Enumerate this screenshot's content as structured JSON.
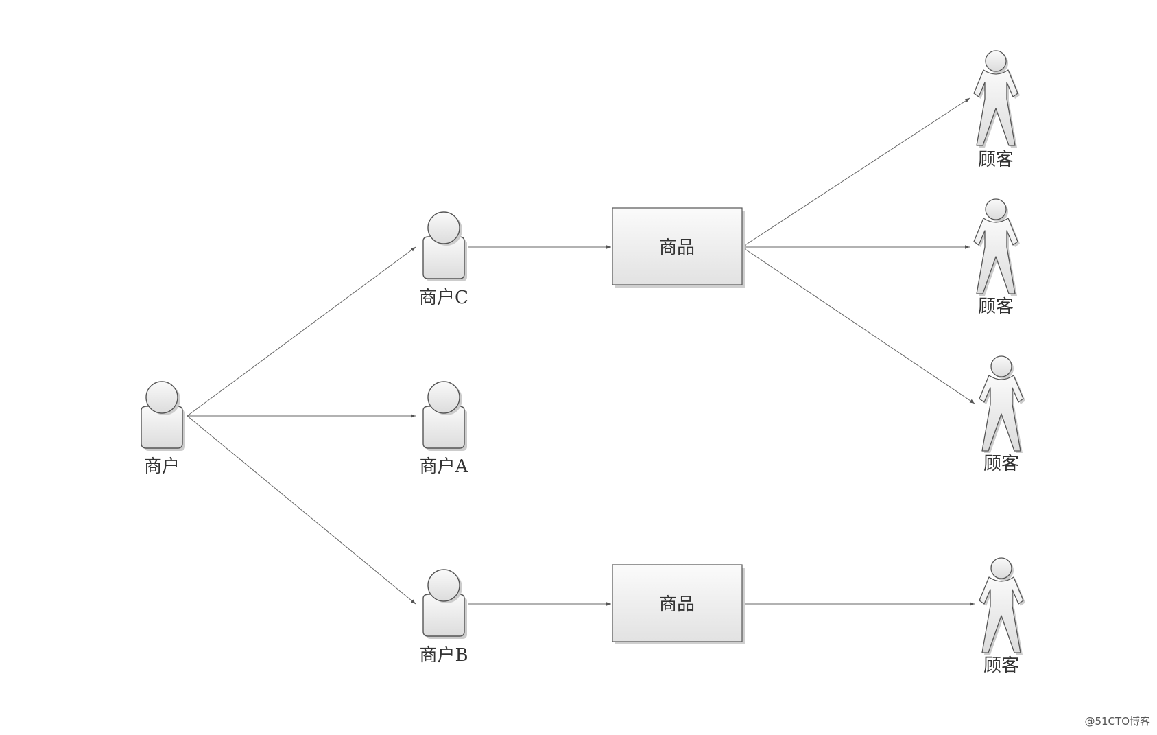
{
  "nodes": {
    "merchant_root": {
      "label": "商户",
      "icon": "user-bust-icon"
    },
    "merchant_c": {
      "label": "商户C",
      "icon": "user-bust-icon"
    },
    "merchant_a": {
      "label": "商户A",
      "icon": "user-bust-icon"
    },
    "merchant_b": {
      "label": "商户B",
      "icon": "user-bust-icon"
    },
    "goods_top": {
      "label": "商品"
    },
    "goods_bottom": {
      "label": "商品"
    },
    "customers": [
      {
        "label": "顾客",
        "icon": "person-icon"
      },
      {
        "label": "顾客",
        "icon": "person-icon"
      },
      {
        "label": "顾客",
        "icon": "person-icon"
      },
      {
        "label": "顾客",
        "icon": "person-icon"
      }
    ]
  },
  "edges": [
    {
      "from": "商户",
      "to": "商户C"
    },
    {
      "from": "商户",
      "to": "商户A"
    },
    {
      "from": "商户",
      "to": "商户B"
    },
    {
      "from": "商户C",
      "to": "商品"
    },
    {
      "from": "商户B",
      "to": "商品"
    },
    {
      "from": "商品",
      "to": "顾客"
    },
    {
      "from": "商品",
      "to": "顾客"
    },
    {
      "from": "商品",
      "to": "顾客"
    },
    {
      "from": "商品",
      "to": "顾客"
    }
  ],
  "watermark": "@51CTO博客",
  "colors": {
    "background": "#ffffff",
    "stroke": "#555555",
    "edge": "#666666",
    "fill_light": "#fafafa",
    "fill_dark": "#d9d9d9",
    "shadow": "#cfcfcf"
  }
}
